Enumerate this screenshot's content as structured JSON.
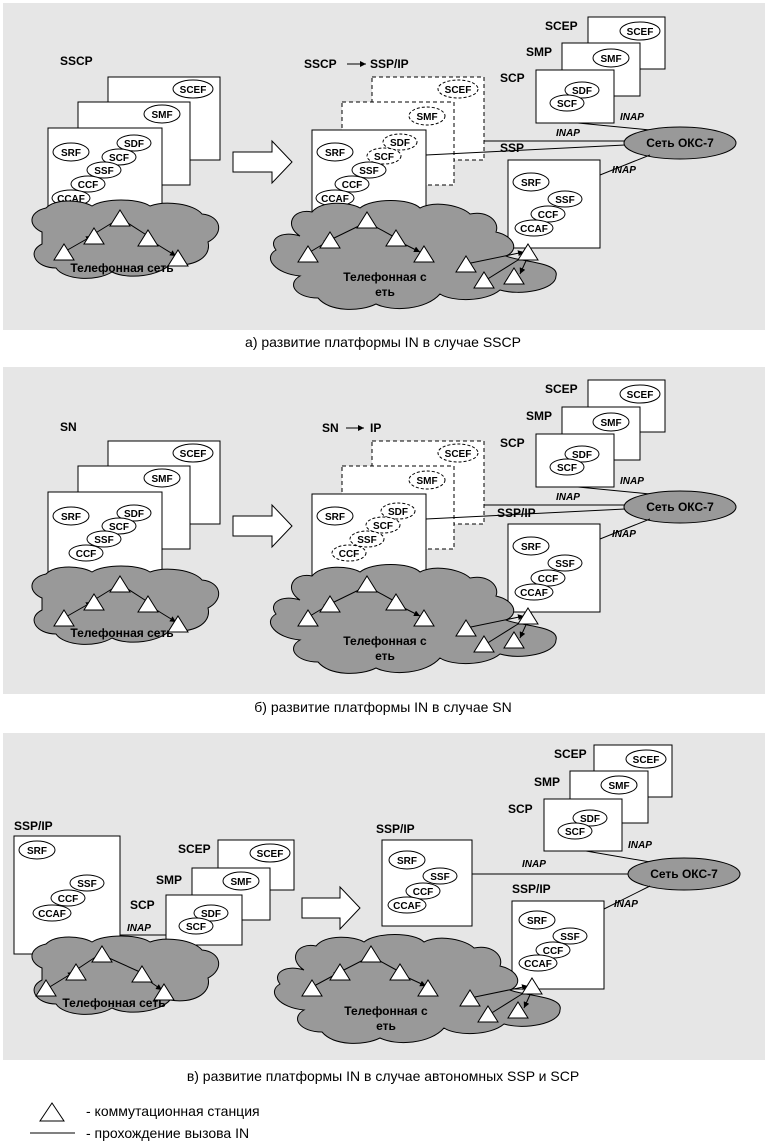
{
  "panel_a": {
    "left_label": "SSCP",
    "middle_label_from": "SSCP",
    "middle_label_to": "SSP/IP",
    "caption": "а) развитие платформы IN в случае SSCP",
    "network_left": "Телефонная сеть",
    "network_mid_line1": "Телефонная с",
    "network_mid_line2": "еть",
    "ssp_label": "SSP",
    "scp_label": "SCP",
    "smp_label": "SMP",
    "scep_label": "SCEP",
    "oks_label": "Сеть ОКС-7",
    "inap1": "INAP",
    "inap2": "INAP",
    "inap3": "INAP"
  },
  "panel_b": {
    "left_label": "SN",
    "middle_label_from": "SN",
    "middle_label_to": "IP",
    "caption": "б) развитие платформы IN в случае SN",
    "network_left": "Телефонная сеть",
    "network_mid_line1": "Телефонная с",
    "network_mid_line2": "еть",
    "ssp_label": "SSP/IP",
    "scp_label": "SCP",
    "smp_label": "SMP",
    "scep_label": "SCEP",
    "oks_label": "Сеть ОКС-7",
    "inap1": "INAP",
    "inap2": "INAP",
    "inap3": "INAP"
  },
  "panel_c": {
    "left_label": "SSP/IP",
    "caption": "в) развитие платформы IN в случае автономных SSP и SCP",
    "network_left": "Телефонная сеть",
    "network_mid_line1": "Телефонная с",
    "network_mid_line2": "еть",
    "left_scp_label": "SCP",
    "left_smp_label": "SMP",
    "left_scep_label": "SCEP",
    "left_inap": "INAP",
    "mid_ssp_top": "SSP/IP",
    "mid_ssp_bottom": "SSP/IP",
    "scp_label": "SCP",
    "smp_label": "SMP",
    "scep_label": "SCEP",
    "oks_label": "Сеть ОКС-7",
    "inap1": "INAP",
    "inap2": "INAP",
    "inap3": "INAP"
  },
  "functions": {
    "scef": "SCEF",
    "smf": "SMF",
    "sdf": "SDF",
    "scf": "SCF",
    "ssf": "SSF",
    "srf": "SRF",
    "ccf": "CCF",
    "ccaf": "CCAF"
  },
  "legend": {
    "station": "- коммутационная станция",
    "call_path": "- прохождение вызова IN"
  },
  "colors": {
    "panel_bg": "#e6e6e6",
    "cloud_fill": "#999999",
    "box_fill": "#ffffff"
  }
}
